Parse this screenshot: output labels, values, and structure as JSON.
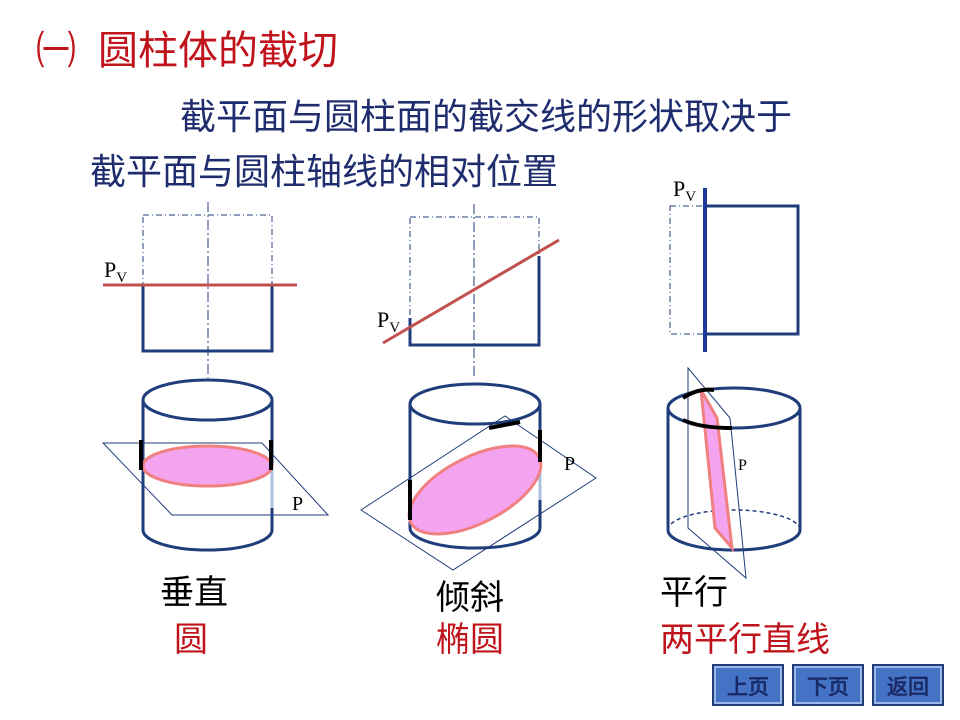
{
  "title": {
    "number": "㈠",
    "text": "圆柱体的截切"
  },
  "intro": {
    "line1": "截平面与圆柱面的截交线的形状取决于",
    "line2": "截平面与圆柱轴线的相对位置"
  },
  "diagrams": {
    "plane_label": "P",
    "plane_sub": "V",
    "cases": [
      {
        "position": "垂直",
        "result": "圆"
      },
      {
        "position": "倾斜",
        "result": "椭圆"
      },
      {
        "position": "平行",
        "result": "两平行直线"
      }
    ]
  },
  "nav": {
    "prev": "上页",
    "next": "下页",
    "back": "返回"
  },
  "colors": {
    "title_red": "#c0141c",
    "text_navy": "#1f2d6e",
    "outline_blue": "#1f3d7a",
    "plane_line": "#c0504d",
    "section_pink": "#f4a3ee",
    "button_blue": "#4472c4"
  }
}
